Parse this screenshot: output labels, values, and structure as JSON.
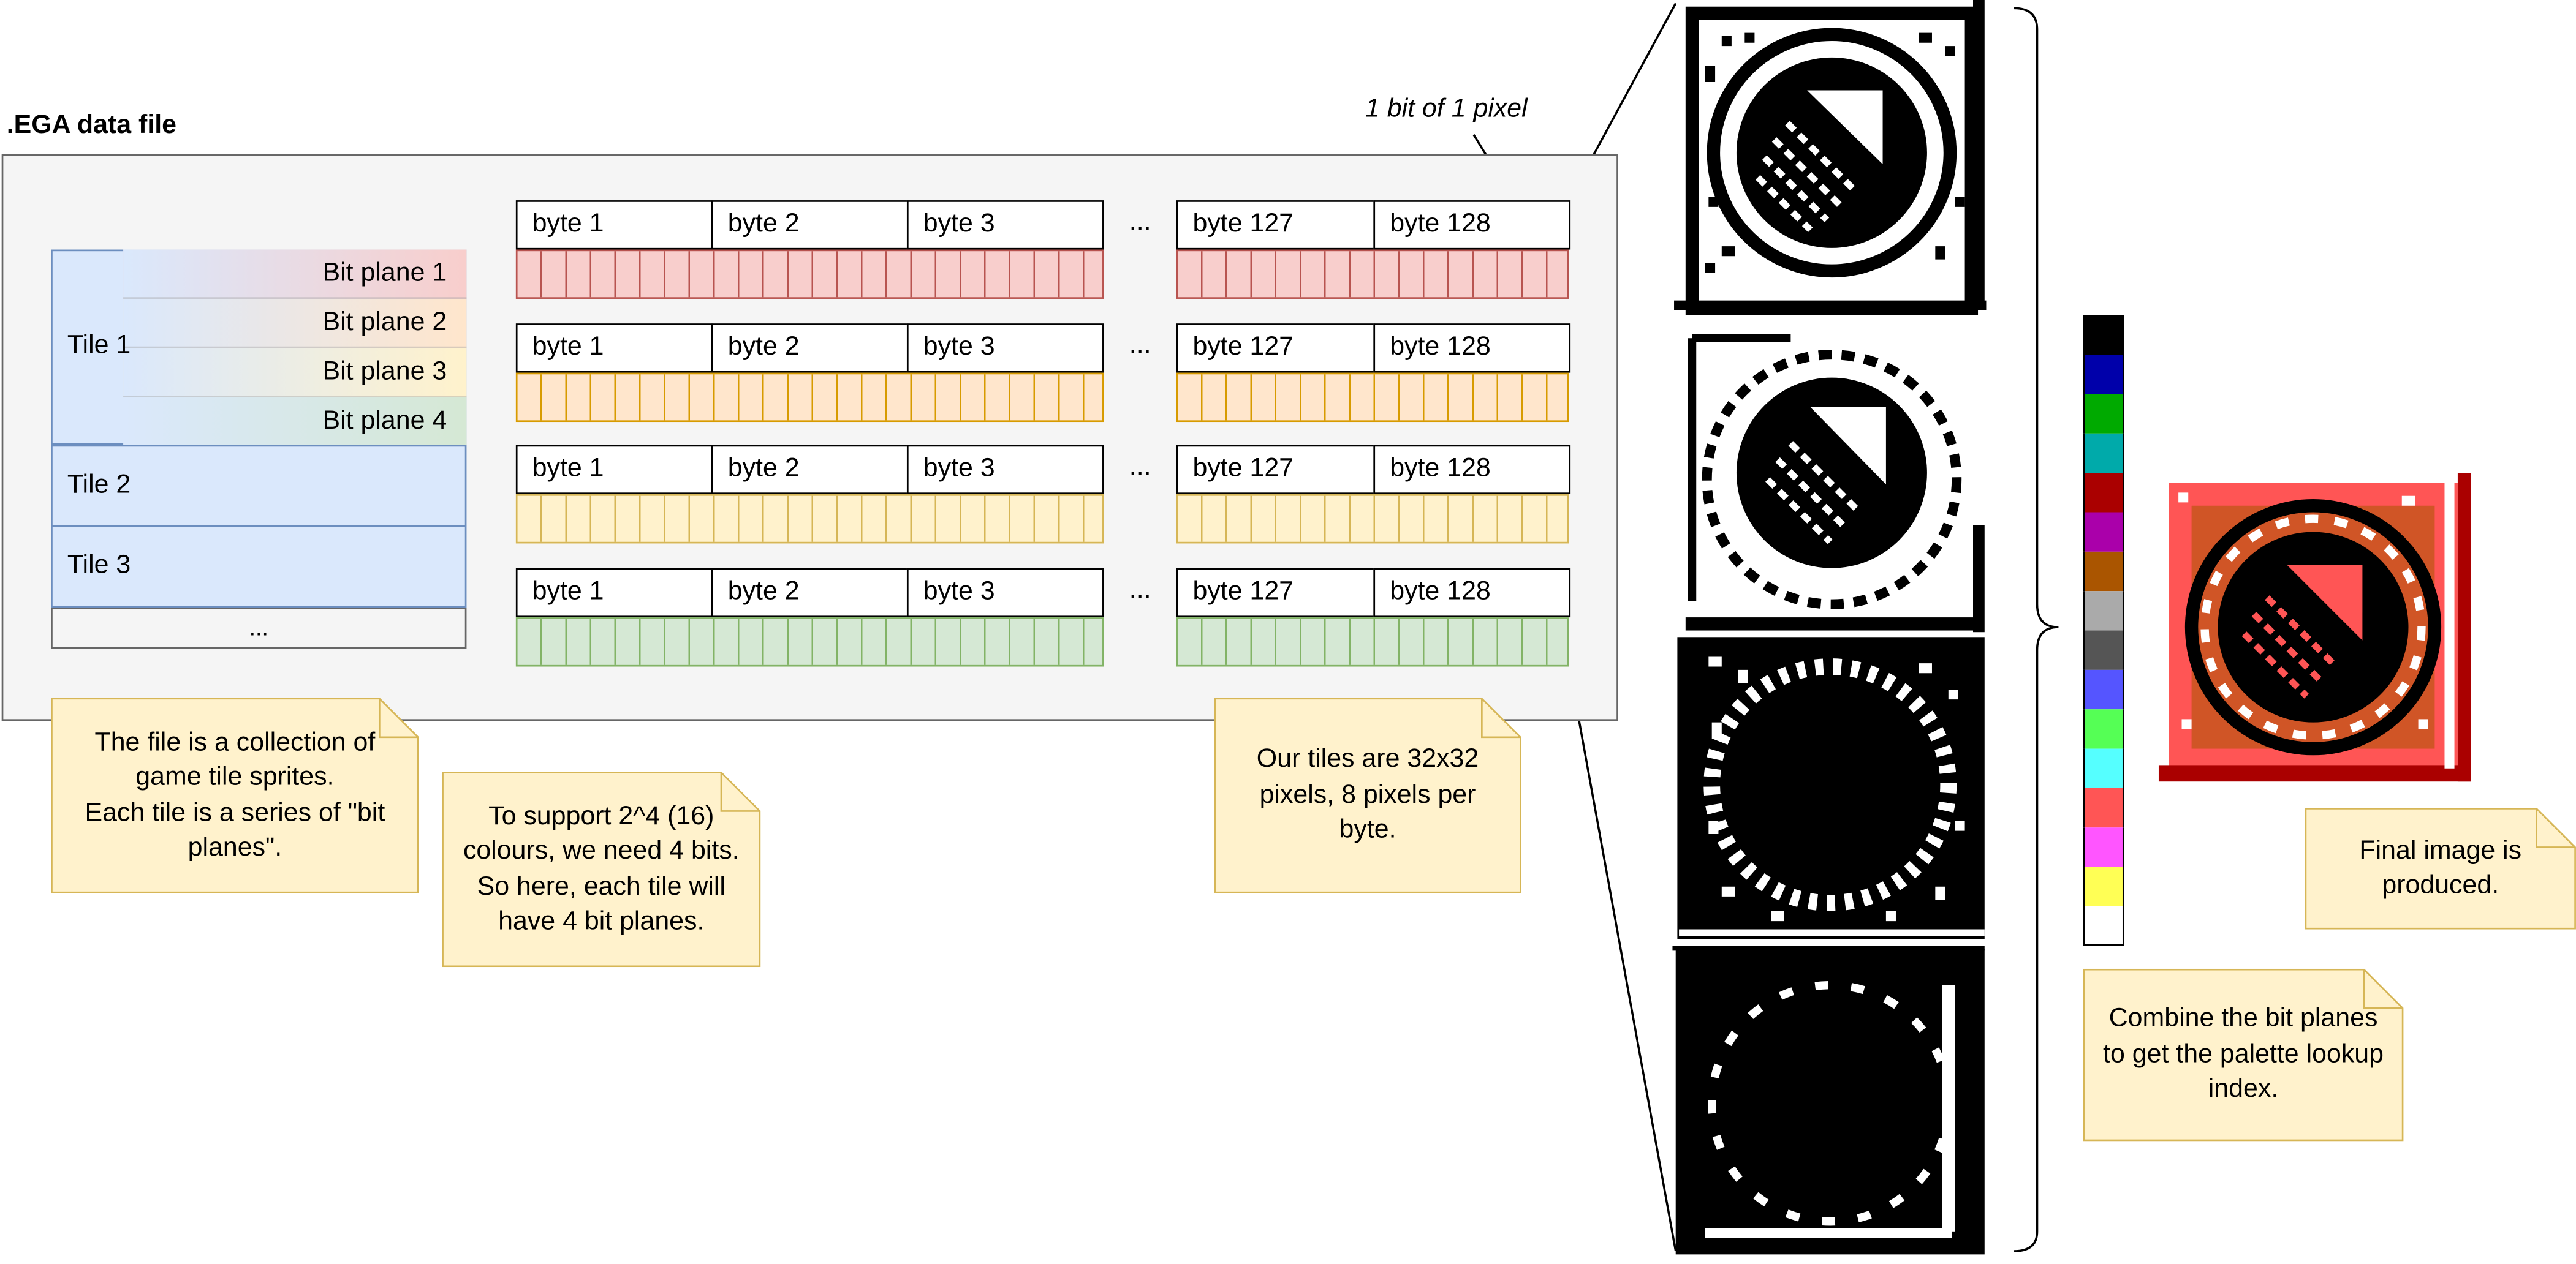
{
  "file": {
    "title": ".EGA data file"
  },
  "tiles": {
    "tile1_label": "Tile 1",
    "bit_planes": [
      "Bit plane 1",
      "Bit plane 2",
      "Bit plane 3",
      "Bit plane 4"
    ],
    "tile2_label": "Tile 2",
    "tile3_label": "Tile 3",
    "more_label": "..."
  },
  "byte_rows": {
    "labels": [
      "byte 1",
      "byte 2",
      "byte 3",
      "...",
      "byte 127",
      "byte 128"
    ],
    "plane_colors": [
      {
        "fill": "#f8cecc",
        "stroke": "#b85450"
      },
      {
        "fill": "#ffe6cc",
        "stroke": "#d79b00"
      },
      {
        "fill": "#fff2cc",
        "stroke": "#d6b656"
      },
      {
        "fill": "#d5e8d4",
        "stroke": "#82b366"
      }
    ]
  },
  "annotation": {
    "bit_label": "1 bit of 1 pixel"
  },
  "notes": {
    "file_collection": "The file is a collection of game tile sprites.\nEach tile is a series of \"bit planes\".",
    "colours": "To support 2^4 (16) colours, we need 4 bits. So here, each tile will have 4 bit planes.",
    "tile_size": "Our tiles are 32x32 pixels, 8 pixels per byte.",
    "combine": "Combine the bit planes to get the palette lookup index.",
    "final": "Final image is produced."
  },
  "palette": [
    "#000000",
    "#0000aa",
    "#00aa00",
    "#00aaaa",
    "#aa0000",
    "#aa00aa",
    "#aa5500",
    "#aaaaaa",
    "#555555",
    "#5555ff",
    "#55ff55",
    "#55ffff",
    "#ff5555",
    "#ff55ff",
    "#ffff55",
    "#ffffff"
  ],
  "images": {
    "bit_planes": [
      "bit-plane-1-render",
      "bit-plane-2-render",
      "bit-plane-3-render",
      "bit-plane-4-render"
    ],
    "final": "final-tile-render"
  },
  "note_style": {
    "fill": "#fff2cc",
    "stroke": "#d6b656"
  }
}
